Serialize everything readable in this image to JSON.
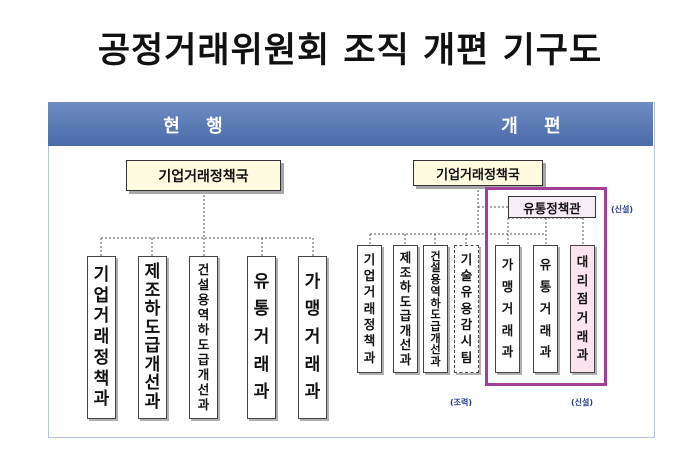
{
  "title": "공정거래위원회 조직 개편 기구도",
  "headers": {
    "current": "현 행",
    "reformed": "개 편"
  },
  "current": {
    "bureau": "기업거래정책국",
    "divisions": [
      "기업거래정책과",
      "제조하도급개선과",
      "건설용역하도급개선과",
      "유통거래과",
      "가맹거래과"
    ]
  },
  "reformed": {
    "bureau": "기업거래정책국",
    "officer": "유통정책관",
    "divisions": [
      "기업거래정책과",
      "제조하도급개선과",
      "건설용역하도급개선과",
      "기술유용감시팀",
      "가맹거래과",
      "유통거래과",
      "대리점거래과"
    ]
  },
  "notes": {
    "new_officer": "(신설)",
    "reorganized": "(조력)",
    "new_division": "(신설)"
  },
  "colors": {
    "header": "#5a78b6",
    "bureau_fill": "#fffbe0",
    "highlight_frame": "#a13e9a",
    "new_fill": "#fbe4ee"
  }
}
